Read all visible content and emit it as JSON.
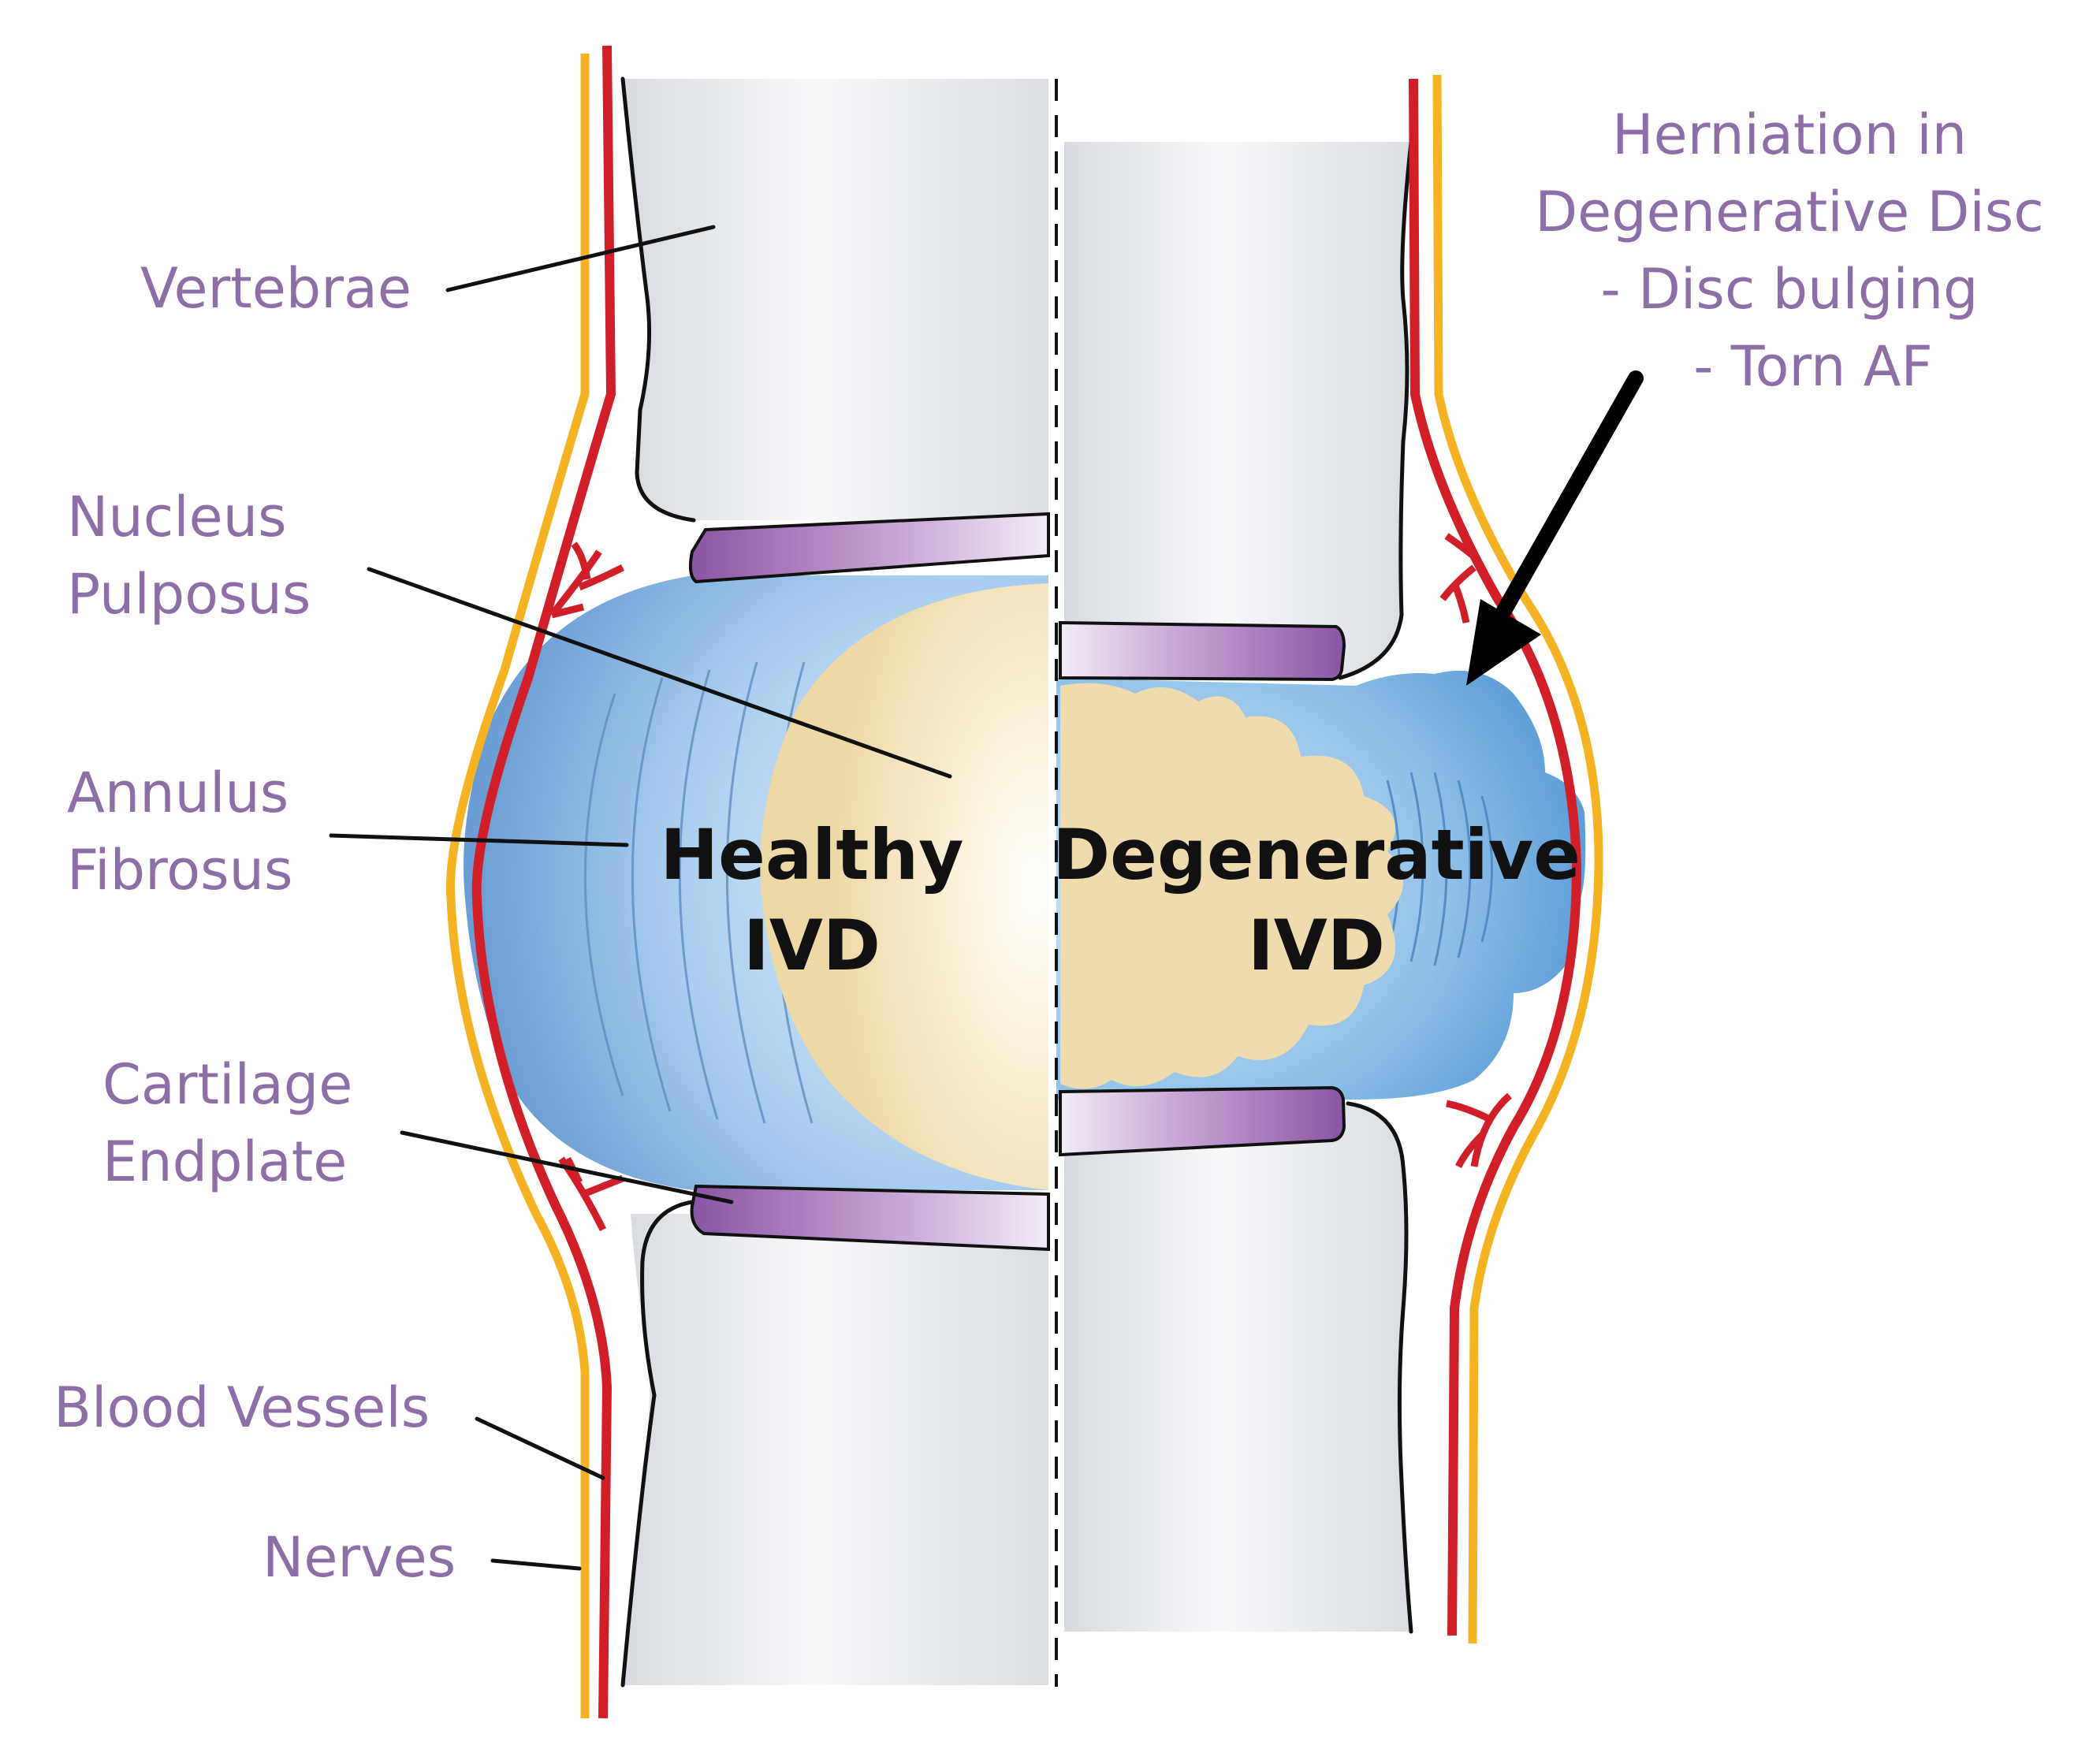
{
  "labels": {
    "vertebrae": "Vertebrae",
    "nucleus_pulposus": [
      "Nucleus",
      "Pulposus"
    ],
    "annulus_fibrosus": [
      "Annulus",
      "Fibrosus"
    ],
    "cartilage_endplate": [
      "Cartilage",
      "Endplate"
    ],
    "blood_vessels": "Blood Vessels",
    "nerves": "Nerves"
  },
  "discs": {
    "healthy": [
      "Healthy",
      "IVD"
    ],
    "degenerative": [
      "Degenerative",
      "IVD"
    ]
  },
  "herniation": [
    "Herniation in",
    "Degenerative Disc",
    "- Disc bulging",
    "- Torn AF"
  ],
  "colors": {
    "label_purple": "#8c6fa6",
    "nerve_yellow": "#f5b324",
    "vessel_red": "#d11f2a",
    "annulus_blue": "#6aa3db",
    "nucleus_cream": "#f1dfb0",
    "endplate_purple": "#8c5aa3",
    "vertebra_grey": "#e3e6ea"
  }
}
